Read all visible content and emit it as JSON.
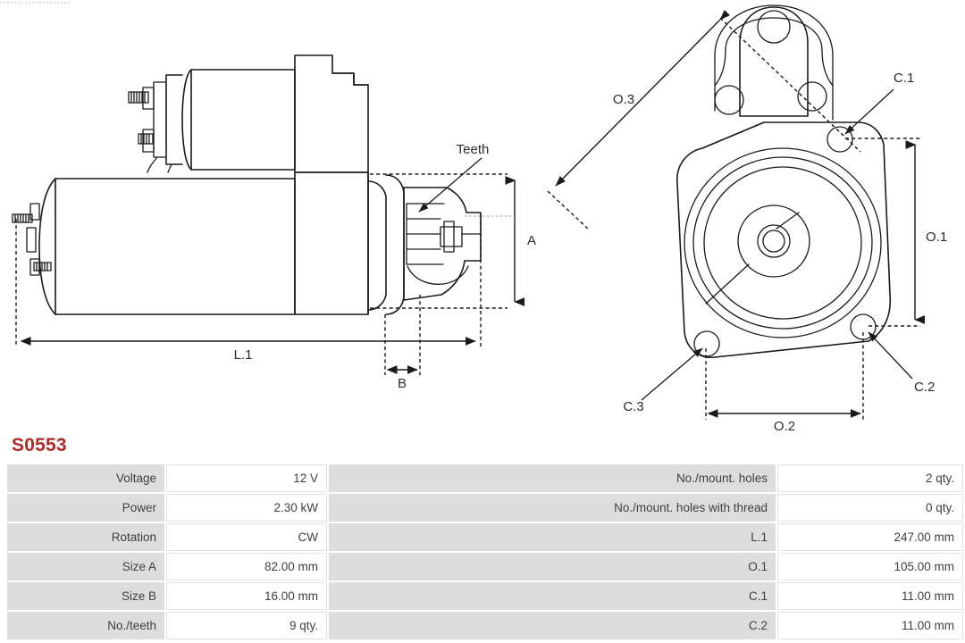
{
  "part": {
    "number": "S0553",
    "color": "#b02a28"
  },
  "drawing": {
    "side_view": {
      "name": "starter-side-view",
      "labels": {
        "teeth": "Teeth",
        "length_l1": "L.1",
        "size_a": "A",
        "size_b": "B"
      }
    },
    "front_view": {
      "name": "starter-front-view",
      "labels": {
        "o1": "O.1",
        "o2": "O.2",
        "o3": "O.3",
        "c1": "C.1",
        "c2": "C.2",
        "c3": "C.3"
      }
    }
  },
  "spec_table": {
    "rows": [
      {
        "left_label": "Voltage",
        "left_value": "12 V",
        "right_label": "No./mount. holes",
        "right_value": "2 qty."
      },
      {
        "left_label": "Power",
        "left_value": "2.30 kW",
        "right_label": "No./mount. holes with thread",
        "right_value": "0 qty."
      },
      {
        "left_label": "Rotation",
        "left_value": "CW",
        "right_label": "L.1",
        "right_value": "247.00 mm"
      },
      {
        "left_label": "Size A",
        "left_value": "82.00 mm",
        "right_label": "O.1",
        "right_value": "105.00 mm"
      },
      {
        "left_label": "Size B",
        "left_value": "16.00 mm",
        "right_label": "C.1",
        "right_value": "11.00 mm"
      },
      {
        "left_label": "No./teeth",
        "left_value": "9 qty.",
        "right_label": "C.2",
        "right_value": "11.00 mm"
      }
    ]
  }
}
